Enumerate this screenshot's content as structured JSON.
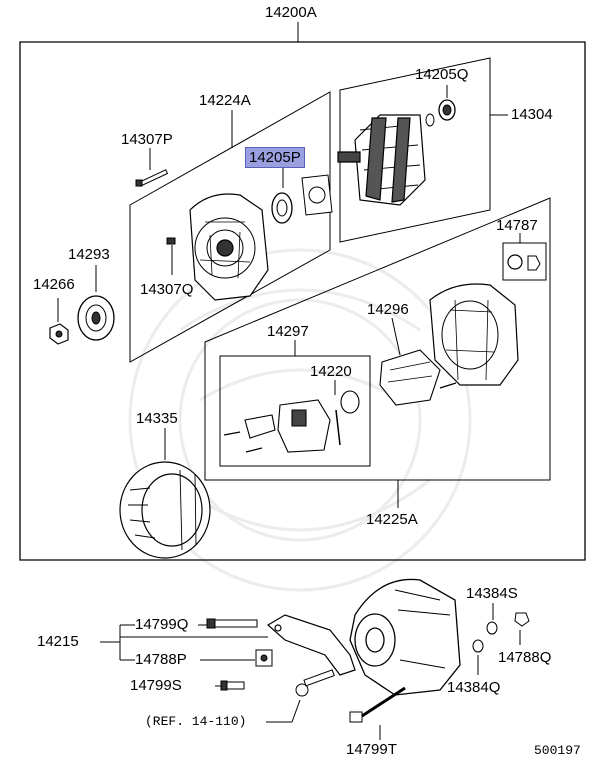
{
  "labels": {
    "l14200A": "14200A",
    "l14205Q": "14205Q",
    "l14304": "14304",
    "l14224A": "14224A",
    "l14307P": "14307P",
    "l14205P": "14205P",
    "l14293": "14293",
    "l14266": "14266",
    "l14307Q": "14307Q",
    "l14787": "14787",
    "l14297": "14297",
    "l14296": "14296",
    "l14220": "14220",
    "l14335": "14335",
    "l14225A": "14225A",
    "l14384S": "14384S",
    "l14799Q": "14799Q",
    "l14215": "14215",
    "l14788P": "14788P",
    "l14788Q": "14788Q",
    "l14799S": "14799S",
    "l14384Q": "14384Q",
    "ref": "(REF. 14-110)",
    "l14799T": "14799T",
    "diagram_no": "500197"
  },
  "highlight_part": "14205P",
  "colors": {
    "line": "#000000",
    "highlight": "#9a9fe0",
    "watermark": "#ececec"
  }
}
